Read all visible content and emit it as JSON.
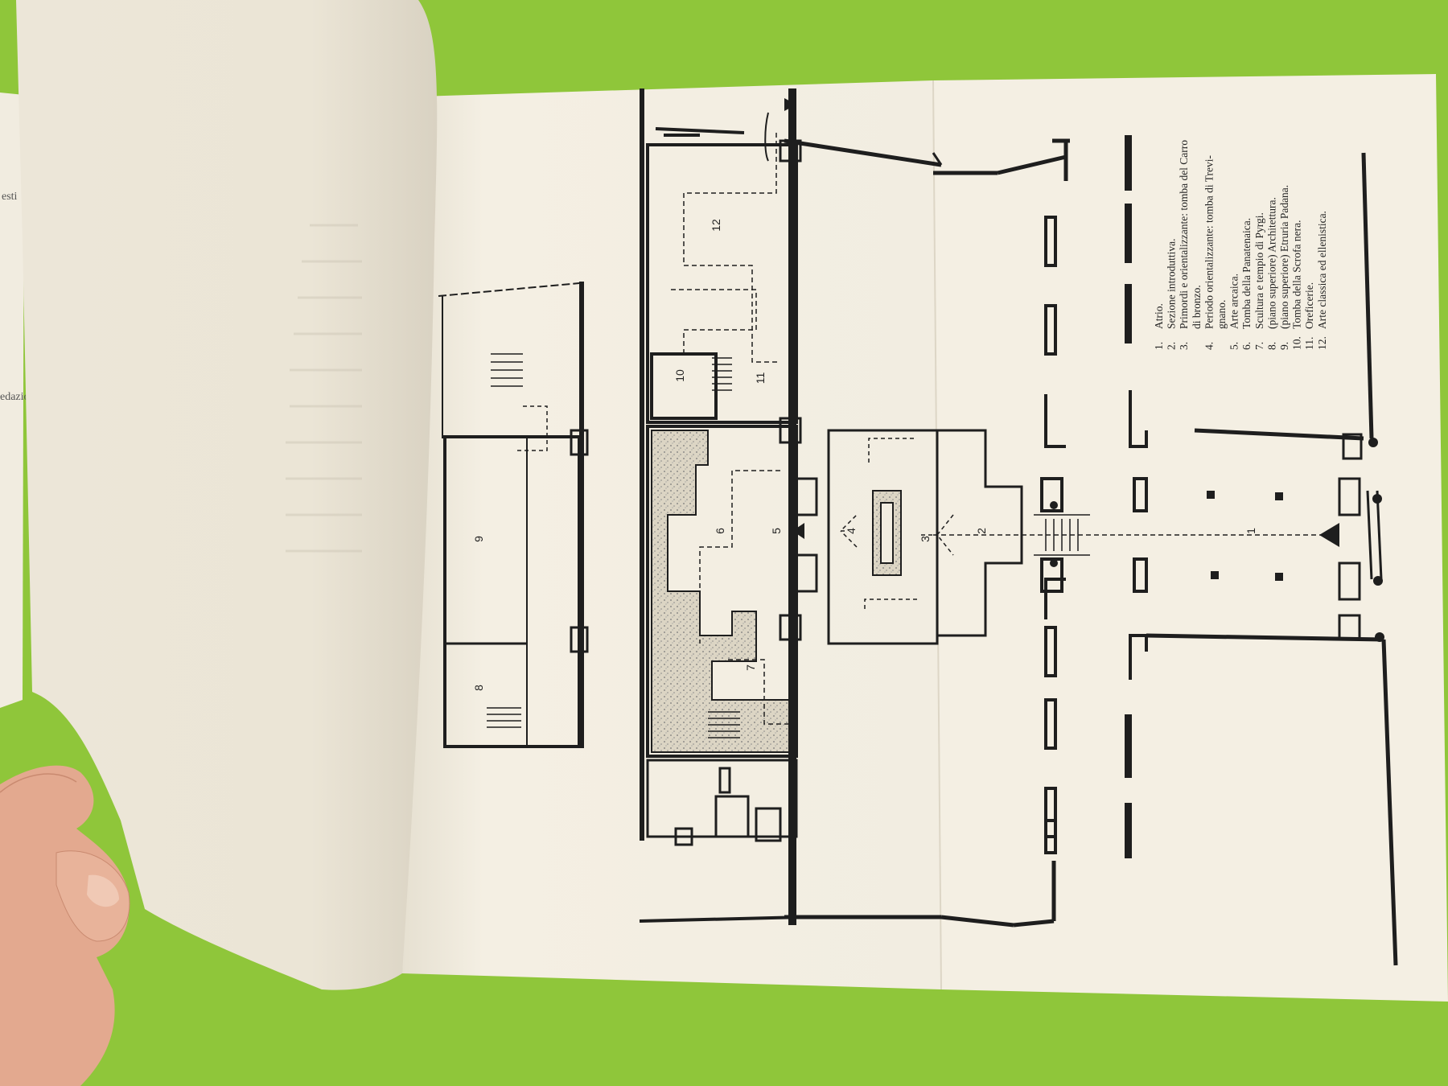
{
  "left_page_fragments": [
    "esti",
    "edazion"
  ],
  "legend": {
    "items": [
      {
        "num": "1.",
        "text": "Atrio."
      },
      {
        "num": "2.",
        "text": "Sezione introduttiva."
      },
      {
        "num": "3.",
        "text": "Primordi e orientalizzante: tomba del Carro"
      },
      {
        "num": "",
        "text": "di bronzo."
      },
      {
        "num": "4.",
        "text": "Periodo orientalizzante: tomba di Trevi-"
      },
      {
        "num": "",
        "text": "gnano."
      },
      {
        "num": "5.",
        "text": "Arte arcaica."
      },
      {
        "num": "6.",
        "text": "Tomba della Panatenaica."
      },
      {
        "num": "7.",
        "text": "Scultura e tempio di Pyrgi."
      },
      {
        "num": "8.",
        "text": "(piano superiore) Architettura."
      },
      {
        "num": "9.",
        "text": "(piano superiore) Etruria Padana."
      },
      {
        "num": "10.",
        "text": "Tomba della Scrofa nera."
      },
      {
        "num": "11.",
        "text": "Oreficerie."
      },
      {
        "num": "12.",
        "text": "Arte classica ed ellenistica."
      }
    ]
  },
  "rooms": {
    "r1": "1",
    "r2": "2",
    "r3": "3",
    "r4": "4",
    "r5": "5",
    "r6": "6",
    "r7": "7",
    "r8": "8",
    "r9": "9",
    "r10": "10",
    "r11": "11",
    "r12": "12"
  },
  "colors": {
    "background": "#8fc63a",
    "paper": "#f3eee2",
    "ink": "#1e1e1e"
  }
}
